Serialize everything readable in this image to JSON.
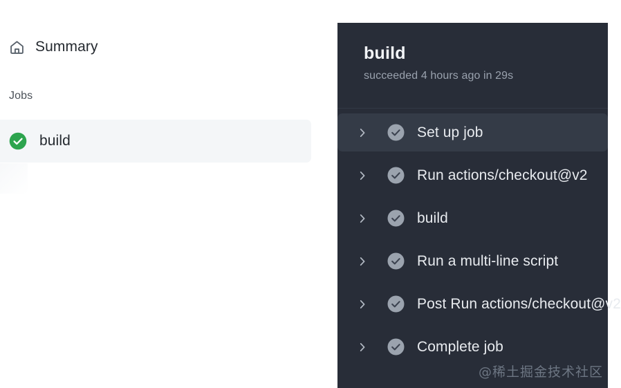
{
  "sidebar": {
    "summary": {
      "label": "Summary",
      "icon": "home-icon"
    },
    "jobs_heading": "Jobs",
    "jobs": [
      {
        "name": "build",
        "status": "success",
        "status_icon": "check-circle-icon",
        "selected": true
      }
    ]
  },
  "log_panel": {
    "title": "build",
    "subtitle": "succeeded 4 hours ago in 29s",
    "status": "succeeded",
    "duration": "29s",
    "relative_time": "4 hours ago",
    "steps": [
      {
        "label": "Set up job",
        "status_icon": "check-circle-icon",
        "expand_icon": "chevron-right-icon",
        "selected": true
      },
      {
        "label": "Run actions/checkout@v2",
        "status_icon": "check-circle-icon",
        "expand_icon": "chevron-right-icon",
        "selected": false
      },
      {
        "label": "build",
        "status_icon": "check-circle-icon",
        "expand_icon": "chevron-right-icon",
        "selected": false
      },
      {
        "label": "Run a multi-line script",
        "status_icon": "check-circle-icon",
        "expand_icon": "chevron-right-icon",
        "selected": false
      },
      {
        "label": "Post Run actions/checkout@v2",
        "status_icon": "check-circle-icon",
        "expand_icon": "chevron-right-icon",
        "selected": false
      },
      {
        "label": "Complete job",
        "status_icon": "check-circle-icon",
        "expand_icon": "chevron-right-icon",
        "selected": false
      }
    ]
  },
  "watermark": {
    "text": "@稀土掘金技术社区"
  },
  "colors": {
    "page_background": "#ffffff",
    "panel_background": "#282d38",
    "panel_row_selected": "#343b47",
    "panel_divider": "#323846",
    "success_green": "#2da44e",
    "step_check_gray": "#9ba3ae",
    "sidebar_row_selected": "#f4f6f8",
    "text_primary": "#24292f",
    "text_panel_primary": "#e8ebef",
    "text_panel_muted": "#9aa2ae"
  }
}
